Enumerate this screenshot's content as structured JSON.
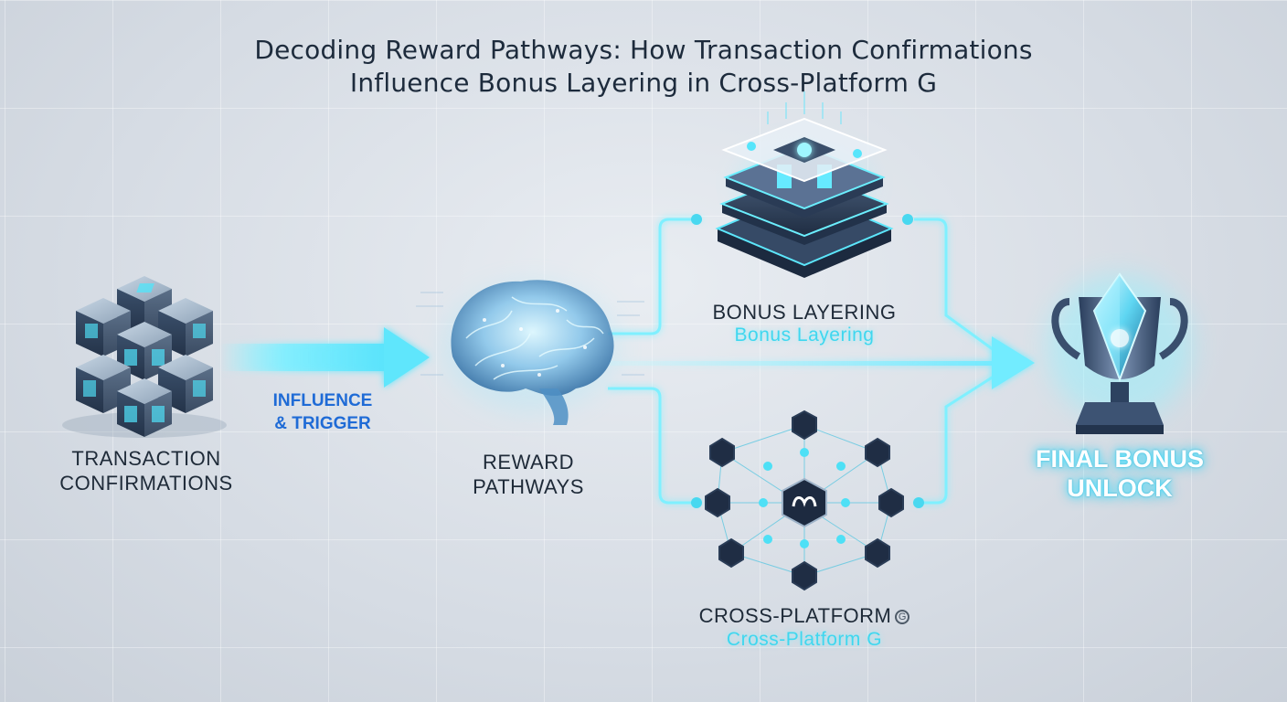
{
  "title": {
    "line1": "Decoding Reward Pathways: How Transaction Confirmations",
    "line2": "Influence Bonus Layering in Cross-Platform G"
  },
  "nodes": {
    "transactions": {
      "line1": "TRANSACTION",
      "line2": "CONFIRMATIONS",
      "icon": "blockchain-cubes-icon"
    },
    "influence": {
      "line1": "INFLUENCE",
      "line2": "& TRIGGER"
    },
    "reward": {
      "line1": "REWARD",
      "line2": "PATHWAYS",
      "icon": "brain-icon"
    },
    "bonus": {
      "label": "BONUS LAYERING",
      "sublabel": "Bonus Layering",
      "icon": "layer-stack-icon"
    },
    "cross": {
      "label": "CROSS-PLATFORM",
      "badge": "G",
      "sublabel": "Cross-Platform G",
      "icon": "platform-network-icon"
    },
    "final": {
      "line1": "FINAL BONUS",
      "line2": "UNLOCK",
      "icon": "trophy-icon"
    }
  },
  "colors": {
    "accent": "#3fd7ef",
    "glow": "#7df0ff",
    "dark": "#1d2b3c",
    "influence": "#1f6bd6"
  }
}
